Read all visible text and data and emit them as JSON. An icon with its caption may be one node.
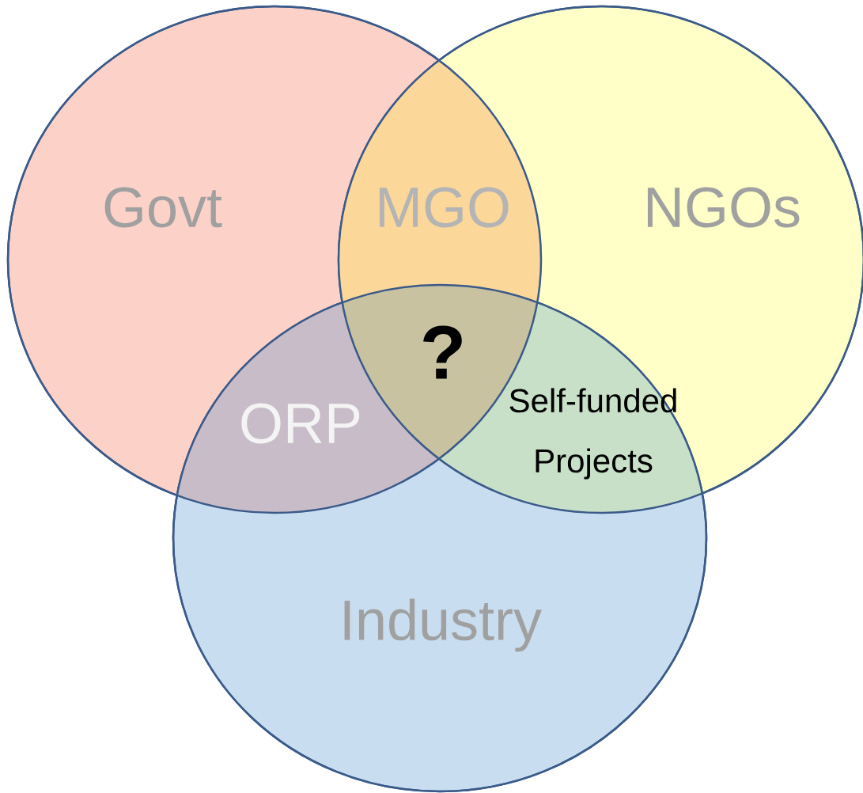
{
  "diagram": {
    "nodes": [
      {
        "text": [
          "Govt"
        ]
      },
      {
        "text": [
          "NGOs"
        ]
      },
      {
        "text": [
          "Industry"
        ]
      }
    ],
    "labels": [
      "MGO",
      "?",
      "ORP",
      "Self-funded Projects"
    ]
  }
}
